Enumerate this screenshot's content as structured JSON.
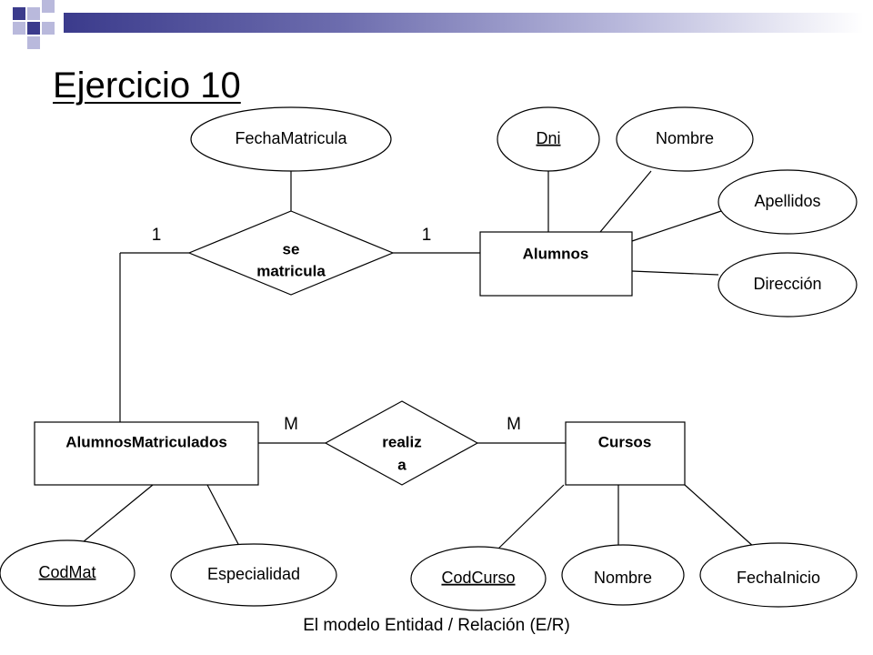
{
  "slide": {
    "title": "Ejercicio 10",
    "footer": "El modelo Entidad / Relación (E/R)"
  },
  "colors": {
    "accent_dark": "#3b3b8c",
    "accent_mid": "#7b7bb8",
    "accent_light": "#b9b9dc",
    "stroke": "#000000"
  },
  "entities": {
    "alumnos": "Alumnos",
    "alumnos_matriculados": "AlumnosMatriculados",
    "cursos": "Cursos"
  },
  "relationships": {
    "se_matricula": {
      "line1": "se",
      "line2": "matricula"
    },
    "realiza": {
      "line1": "realiz",
      "line2": "a"
    }
  },
  "attributes": {
    "fecha_matricula": "FechaMatricula",
    "dni": "Dni",
    "nombre_alumno": "Nombre",
    "apellidos": "Apellidos",
    "direccion": "Dirección",
    "cod_mat": "CodMat",
    "especialidad": "Especialidad",
    "cod_curso": "CodCurso",
    "nombre_curso": "Nombre",
    "fecha_inicio": "FechaInicio"
  },
  "cardinalities": {
    "se_matricula_left": "1",
    "se_matricula_right": "1",
    "realiza_left": "M",
    "realiza_right": "M"
  }
}
